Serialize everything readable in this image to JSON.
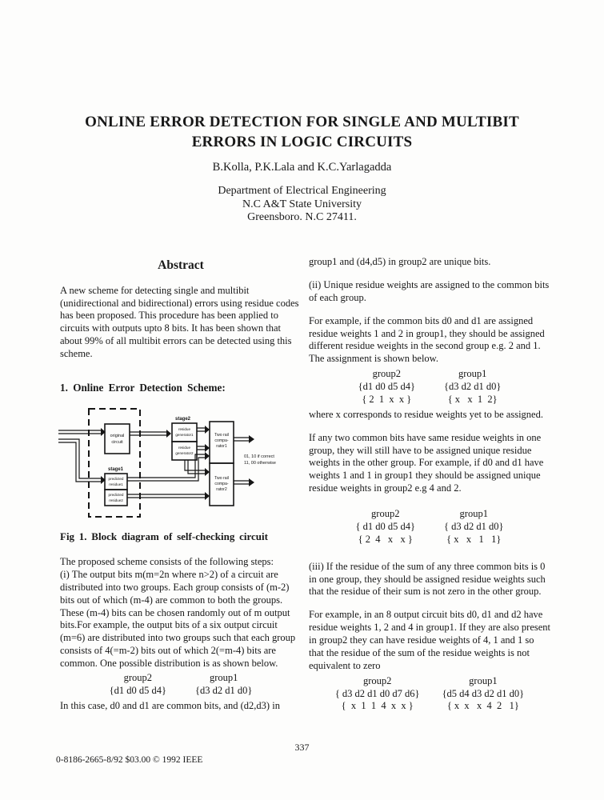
{
  "page": {
    "title": "ONLINE ERROR DETECTION FOR SINGLE AND MULTIBIT\nERRORS IN LOGIC CIRCUITS",
    "authors": "B.Kolla, P.K.Lala and K.C.Yarlagadda",
    "affiliation": "Department of Electrical Engineering\nN.C A&T State University\nGreensboro. N.C 27411.",
    "page_number": "337",
    "copyright": "0-8186-2665-8/92 $03.00 © 1992 IEEE"
  },
  "left_col": {
    "abstract_heading": "Abstract",
    "abstract_text": "A new scheme for detecting single and multibit (unidirectional and bidirectional) errors using residue codes has been proposed. This procedure has been applied to circuits with outputs upto 8 bits. It has been shown that about 99% of all multibit errors can be detected using this scheme.",
    "section1_heading": "1. Online Error Detection Scheme:",
    "fig_caption": "Fig 1. Block diagram of self-checking circuit",
    "para1": "The proposed scheme consists of the following steps:\n(i) The output bits m(m=2n where n>2) of a circuit are distributed into two groups. Each group consists of (m-2) bits out of which (m-4) are common to both the groups. These (m-4) bits can be chosen randomly out of m output bits.For example, the output bits of a six output circuit (m=6) are distributed into two groups such that each group consists of 4(=m-2) bits out of which 2(=m-4) bits are common. One possible distribution is as shown below.",
    "dist": {
      "g2_header": "group2",
      "g2_line": "{d1 d0 d5 d4}",
      "g1_header": "group1",
      "g1_line": "{d3 d2 d1 d0}"
    },
    "para2": "In this case, d0 and d1 are common bits, and (d2,d3) in"
  },
  "right_col": {
    "para1": "group1 and (d4,d5) in group2 are unique bits.",
    "para2": "(ii) Unique residue weights are assigned to the common bits of each group.",
    "para3": "For example, if the common bits d0 and d1 are assigned residue weights 1 and 2 in group1, they should be assigned different residue weights in the second group e.g. 2 and 1. The assignment is shown below.",
    "blocks": [
      {
        "g2_header": "group2",
        "g2_lines": [
          "{d1 d0 d5 d4}",
          "{ 2  1  x  x }"
        ],
        "g1_header": "group1",
        "g1_lines": [
          "{d3 d2 d1 d0}",
          "{ x   x  1  2}"
        ]
      },
      {
        "g2_header": "group2",
        "g2_lines": [
          "{ d1 d0 d5 d4}",
          "{ 2  4   x   x }"
        ],
        "g1_header": "group1",
        "g1_lines": [
          "{ d3 d2 d1 d0}",
          "{ x   x   1   1}"
        ]
      },
      {
        "g2_header": "group2",
        "g2_lines": [
          "{ d3 d2 d1 d0 d7 d6}",
          "{  x  1  1  4  x  x }"
        ],
        "g1_header": "group1",
        "g1_lines": [
          "{d5 d4 d3 d2 d1 d0}",
          "{ x  x   x  4  2   1}"
        ]
      }
    ],
    "para4": "where x corresponds to residue weights yet to be assigned.",
    "para5": "If any two common bits have same residue weights in one group, they will still have to be assigned unique residue weights in the other group. For example, if d0 and d1 have weights 1 and 1 in group1 they should be assigned unique residue weights in group2 e.g 4 and 2.",
    "para6": "(iii) If the residue of the sum of any three common bits is 0 in one group, they should be assigned residue weights such that the residue of their sum is not zero in the other group.",
    "para7": "For example, in an 8 output circuit bits d0, d1 and d2 have residue weights 1, 2 and 4 in group1. If they are also present in group2 they can have residue weights of 4, 1 and 1 so that the residue of the sum of the residue weights is not equivalent to zero"
  },
  "figure": {
    "stage1_label": "stage1",
    "stage2_label": "stage2",
    "orig_box": [
      "original",
      "circuit"
    ],
    "gen1_box": [
      "residue",
      "generator1"
    ],
    "gen2_box": [
      "residue",
      "generator2"
    ],
    "pred1_box": [
      "predicted",
      "residue1"
    ],
    "pred2_box": [
      "predicted",
      "residue2"
    ],
    "comp1_box": [
      "Two rail",
      "compa-",
      "rator1"
    ],
    "comp2_box": [
      "Two rail",
      "compa-",
      "rator2"
    ],
    "annotation": [
      "01, 10 if correct",
      "11, 00 otherwise"
    ]
  }
}
